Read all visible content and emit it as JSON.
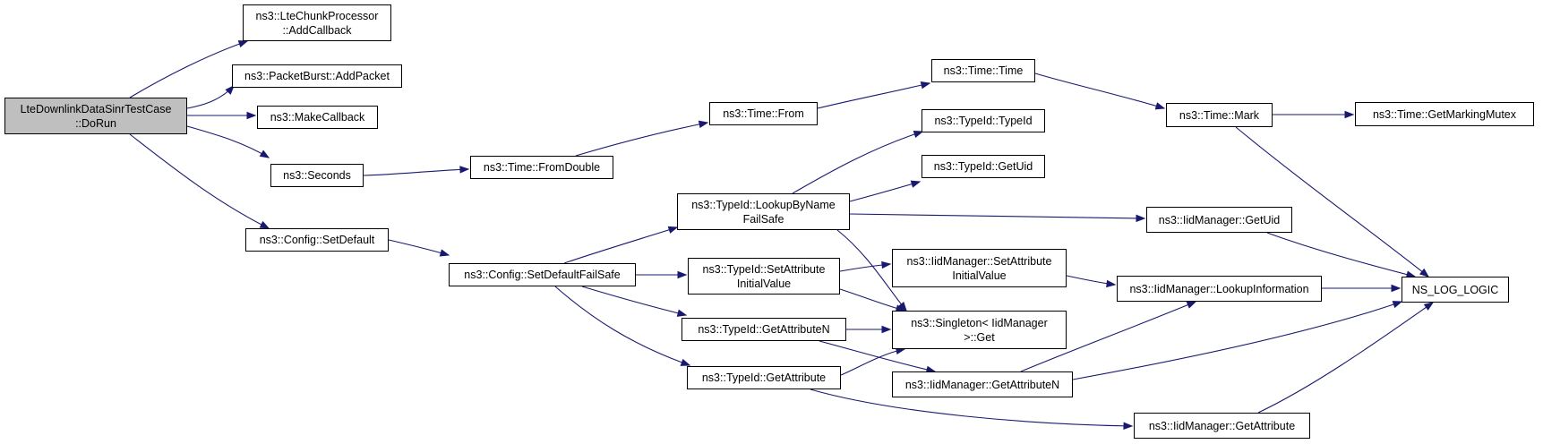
{
  "diagram": {
    "colors": {
      "edge": "#191970",
      "root_fill": "#bfbfbf",
      "node_fill": "#ffffff",
      "border": "#000000"
    },
    "nodes": [
      {
        "id": "root",
        "lines": [
          "LteDownlinkDataSinrTestCase",
          "::DoRun"
        ]
      },
      {
        "id": "addcallback",
        "lines": [
          "ns3::LteChunkProcessor",
          "::AddCallback"
        ]
      },
      {
        "id": "addpacket",
        "lines": [
          "ns3::PacketBurst::AddPacket"
        ]
      },
      {
        "id": "makecallback",
        "lines": [
          "ns3::MakeCallback"
        ]
      },
      {
        "id": "seconds",
        "lines": [
          "ns3::Seconds"
        ]
      },
      {
        "id": "setdefault",
        "lines": [
          "ns3::Config::SetDefault"
        ]
      },
      {
        "id": "fromdouble",
        "lines": [
          "ns3::Time::FromDouble"
        ]
      },
      {
        "id": "setdefaultfs",
        "lines": [
          "ns3::Config::SetDefaultFailSafe"
        ]
      },
      {
        "id": "from",
        "lines": [
          "ns3::Time::From"
        ]
      },
      {
        "id": "lookupbyname",
        "lines": [
          "ns3::TypeId::LookupByName",
          "FailSafe"
        ]
      },
      {
        "id": "setattrinit",
        "lines": [
          "ns3::TypeId::SetAttribute",
          "InitialValue"
        ]
      },
      {
        "id": "getattrn",
        "lines": [
          "ns3::TypeId::GetAttributeN"
        ]
      },
      {
        "id": "getattr",
        "lines": [
          "ns3::TypeId::GetAttribute"
        ]
      },
      {
        "id": "time",
        "lines": [
          "ns3::Time::Time"
        ]
      },
      {
        "id": "typeid",
        "lines": [
          "ns3::TypeId::TypeId"
        ]
      },
      {
        "id": "getuid",
        "lines": [
          "ns3::TypeId::GetUid"
        ]
      },
      {
        "id": "iidsetattr",
        "lines": [
          "ns3::IidManager::SetAttribute",
          "InitialValue"
        ]
      },
      {
        "id": "singleton",
        "lines": [
          "ns3::Singleton< IidManager",
          ">::Get"
        ]
      },
      {
        "id": "iidgetattrn",
        "lines": [
          "ns3::IidManager::GetAttributeN"
        ]
      },
      {
        "id": "mark",
        "lines": [
          "ns3::Time::Mark"
        ]
      },
      {
        "id": "iidgetuid",
        "lines": [
          "ns3::IidManager::GetUid"
        ]
      },
      {
        "id": "lookupinfo",
        "lines": [
          "ns3::IidManager::LookupInformation"
        ]
      },
      {
        "id": "iidgetattr",
        "lines": [
          "ns3::IidManager::GetAttribute"
        ]
      },
      {
        "id": "markingmutex",
        "lines": [
          "ns3::Time::GetMarkingMutex"
        ]
      },
      {
        "id": "nslog",
        "lines": [
          "NS_LOG_LOGIC"
        ]
      }
    ]
  }
}
